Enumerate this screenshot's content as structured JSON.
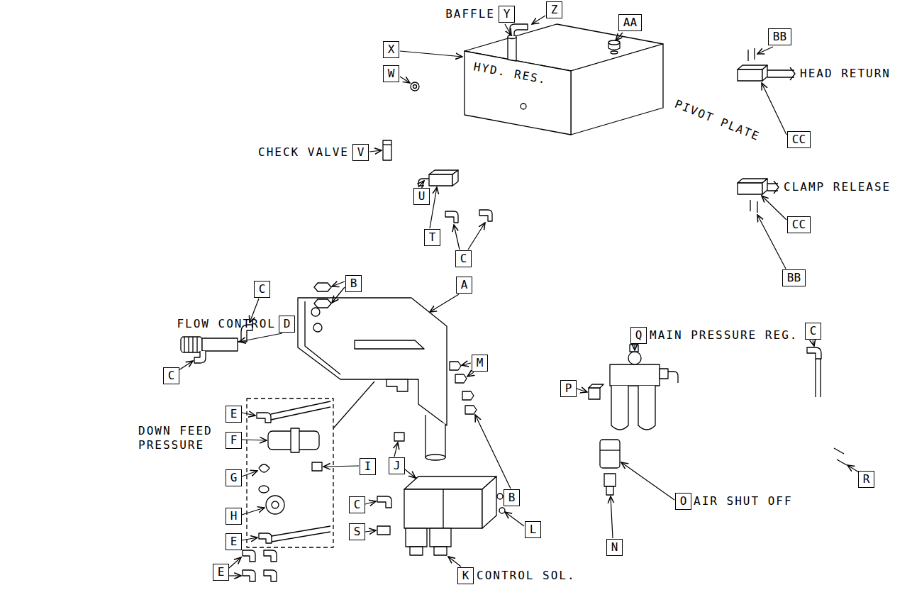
{
  "diagram": {
    "nodes": [
      {
        "text": [
          "Z"
        ]
      },
      {
        "text": [
          "Y"
        ]
      },
      {
        "text": [
          "AA"
        ]
      },
      {
        "text": [
          "BB"
        ]
      },
      {
        "text": [
          "X"
        ]
      },
      {
        "text": [
          "W"
        ]
      },
      {
        "text": [
          "CC"
        ]
      },
      {
        "text": [
          "V"
        ]
      },
      {
        "text": [
          "U"
        ]
      },
      {
        "text": [
          "CC"
        ]
      },
      {
        "text": [
          "T"
        ]
      },
      {
        "text": [
          "C"
        ]
      },
      {
        "text": [
          "BB"
        ]
      },
      {
        "text": [
          "B"
        ]
      },
      {
        "text": [
          "A"
        ]
      },
      {
        "text": [
          "C"
        ]
      },
      {
        "text": [
          "D"
        ]
      },
      {
        "text": [
          "C"
        ]
      },
      {
        "text": [
          "Q"
        ]
      },
      {
        "text": [
          "M"
        ]
      },
      {
        "text": [
          "C"
        ]
      },
      {
        "text": [
          "P"
        ]
      },
      {
        "text": [
          "E"
        ]
      },
      {
        "text": [
          "F"
        ]
      },
      {
        "text": [
          "J"
        ]
      },
      {
        "text": [
          "I"
        ]
      },
      {
        "text": [
          "G"
        ]
      },
      {
        "text": [
          "R"
        ]
      },
      {
        "text": [
          "B"
        ]
      },
      {
        "text": [
          "O"
        ]
      },
      {
        "text": [
          "C"
        ]
      },
      {
        "text": [
          "H"
        ]
      },
      {
        "text": [
          "L"
        ]
      },
      {
        "text": [
          "S"
        ]
      },
      {
        "text": [
          "E"
        ]
      },
      {
        "text": [
          "N"
        ]
      },
      {
        "text": [
          "E"
        ]
      },
      {
        "text": [
          "K"
        ]
      }
    ],
    "labels": [
      "BAFFLE",
      "HYD. RES.",
      "CHECK VALVE",
      "HEAD RETURN",
      "PIVOT PLATE",
      "CLAMP RELEASE",
      "FLOW CONTROL",
      "MAIN PRESSURE REG.",
      "DOWN FEED PRESSURE",
      "AIR SHUT OFF",
      "CONTROL SOL."
    ]
  }
}
